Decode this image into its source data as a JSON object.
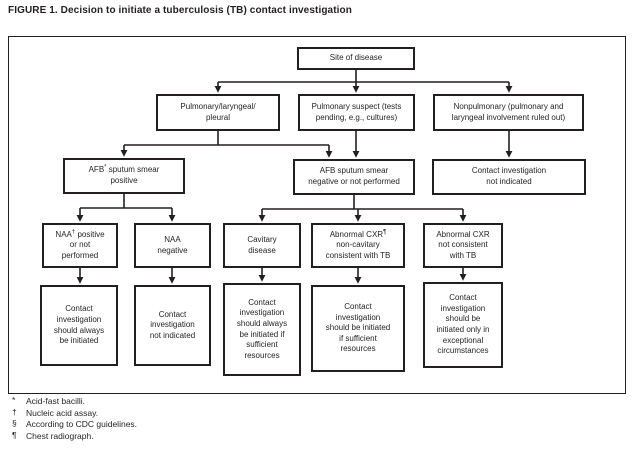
{
  "figure": {
    "title": "FIGURE 1. Decision to initiate a tuberculosis (TB) contact investigation"
  },
  "flowchart": {
    "nodes": {
      "site_of_disease": {
        "label": "Site of disease"
      },
      "pulmonary_laryngeal_pleural": {
        "label": "Pulmonary/laryngeal/\npleural"
      },
      "pulmonary_suspect": {
        "label": "Pulmonary suspect (tests\npending, e.g., cultures)"
      },
      "nonpulmonary": {
        "label": "Nonpulmonary (pulmonary and\nlaryngeal involvement ruled out)"
      },
      "afb_smear_positive": {
        "pre": "AFB",
        "sup": "*",
        "post": " sputum smear\npositive"
      },
      "afb_smear_negative": {
        "label": "AFB sputum smear\nnegative or not performed"
      },
      "contact_not_indicated_nonpulmonary": {
        "label": "Contact investigation\nnot indicated"
      },
      "naa_positive": {
        "pre": "NAA",
        "sup": "†",
        "post": " positive\nor not\nperformed"
      },
      "naa_negative": {
        "label": "NAA\nnegative"
      },
      "cavitary_disease": {
        "label": "Cavitary\ndisease"
      },
      "abnormal_cxr_noncavitary": {
        "pre": "Abnormal CXR",
        "sup": "¶",
        "post": "\nnon-cavitary\nconsistent with TB"
      },
      "abnormal_cxr_not_consistent": {
        "label": "Abnormal CXR\nnot consistent\nwith TB"
      },
      "outcome_always_initiated": {
        "label": "Contact\ninvestigation\nshould always\nbe initiated"
      },
      "outcome_not_indicated": {
        "label": "Contact\ninvestigation\nnot indicated"
      },
      "outcome_always_if_resources": {
        "label": "Contact\ninvestigation\nshould always\nbe initiated if\nsufficient\nresources"
      },
      "outcome_if_resources": {
        "label": "Contact\ninvestigation\nshould be initiated\nif sufficient\nresources"
      },
      "outcome_exceptional": {
        "label": "Contact\ninvestigation\nshould be\ninitiated only in\nexceptional\ncircumstances"
      }
    },
    "edges": [
      {
        "from": "site_of_disease",
        "to": "pulmonary_laryngeal_pleural"
      },
      {
        "from": "site_of_disease",
        "to": "pulmonary_suspect"
      },
      {
        "from": "site_of_disease",
        "to": "nonpulmonary"
      },
      {
        "from": "pulmonary_laryngeal_pleural",
        "to": "afb_smear_positive"
      },
      {
        "from": "pulmonary_laryngeal_pleural",
        "to": "afb_smear_negative"
      },
      {
        "from": "pulmonary_suspect",
        "to": "afb_smear_negative"
      },
      {
        "from": "nonpulmonary",
        "to": "contact_not_indicated_nonpulmonary"
      },
      {
        "from": "afb_smear_positive",
        "to": "naa_positive"
      },
      {
        "from": "afb_smear_positive",
        "to": "naa_negative"
      },
      {
        "from": "afb_smear_negative",
        "to": "cavitary_disease"
      },
      {
        "from": "afb_smear_negative",
        "to": "abnormal_cxr_noncavitary"
      },
      {
        "from": "afb_smear_negative",
        "to": "abnormal_cxr_not_consistent"
      },
      {
        "from": "naa_positive",
        "to": "outcome_always_initiated"
      },
      {
        "from": "naa_negative",
        "to": "outcome_not_indicated"
      },
      {
        "from": "cavitary_disease",
        "to": "outcome_always_if_resources"
      },
      {
        "from": "abnormal_cxr_noncavitary",
        "to": "outcome_if_resources"
      },
      {
        "from": "abnormal_cxr_not_consistent",
        "to": "outcome_exceptional"
      }
    ]
  },
  "footnotes": [
    {
      "symbol": "*",
      "text": "Acid-fast bacilli."
    },
    {
      "symbol": "†",
      "text": "Nucleic acid assay."
    },
    {
      "symbol": "§",
      "text": "According to CDC guidelines."
    },
    {
      "symbol": "¶",
      "text": "Chest radiograph."
    }
  ],
  "colors": {
    "ink": "#231f20",
    "background": "#ffffff"
  }
}
